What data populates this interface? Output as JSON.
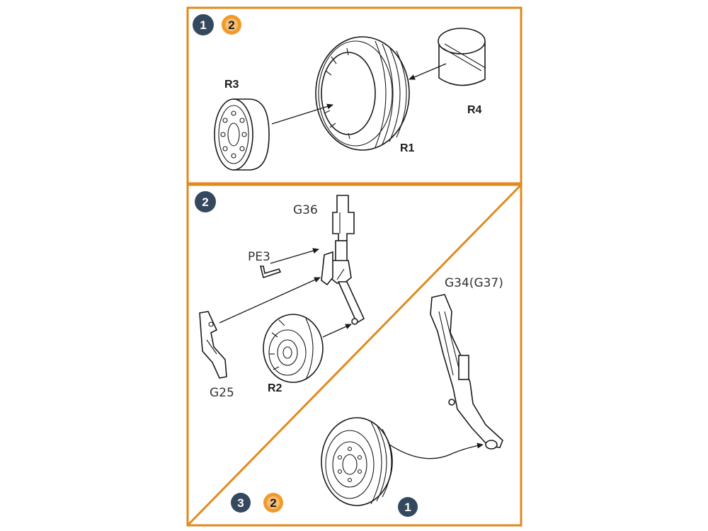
{
  "colors": {
    "frame": "#e08a1e",
    "badge_dark": "#34495e",
    "badge_orange": "#f19a2c",
    "badge_text_light": "#ffffff",
    "badge_text_dark": "#1a1a1a"
  },
  "panel_top": {
    "badges": {
      "step": "1",
      "ref": "2"
    },
    "labels": {
      "r3": "R3",
      "r1": "R1",
      "r4": "R4"
    }
  },
  "panel_bottom_left": {
    "badges": {
      "step": "2"
    },
    "labels": {
      "g36": "G36",
      "pe3": "PE3",
      "g25": "G25",
      "r2": "R2"
    }
  },
  "panel_bottom_right": {
    "labels": {
      "g34": "G34(G37)"
    },
    "badges": {
      "step3": "3",
      "ref2": "2",
      "ref1": "1"
    }
  }
}
